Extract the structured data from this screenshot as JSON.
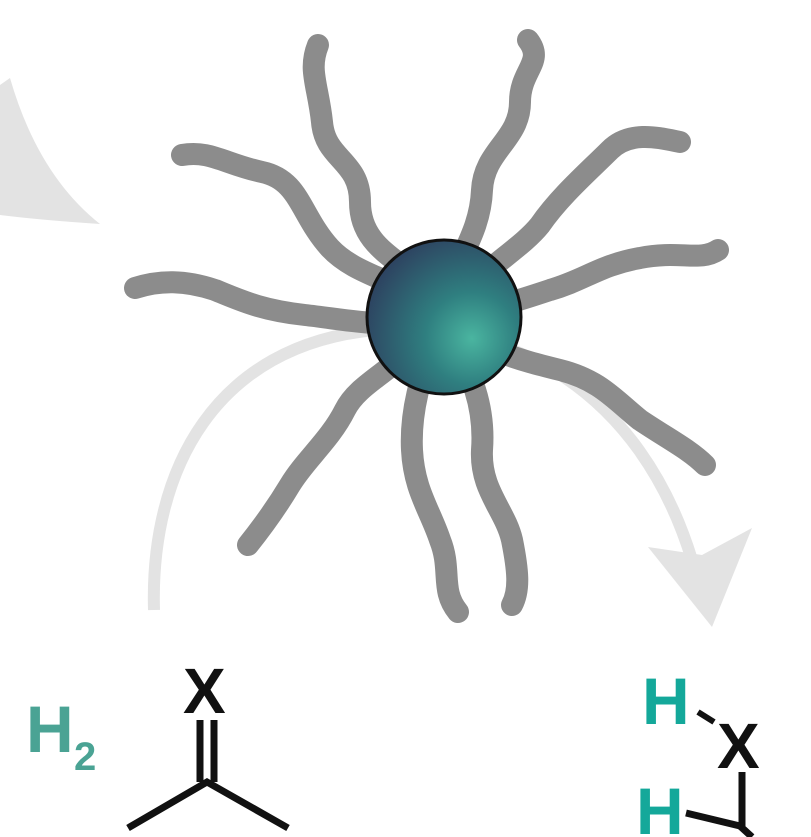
{
  "colors": {
    "background": "#ffffff",
    "ligand": "#8c8c8c",
    "arrow": "#e3e3e3",
    "particle_core": "#2e4a5c",
    "particle_highlight": "#46a897",
    "particle_edge": "#111111",
    "reagent_teal": "#4aa394",
    "product_teal": "#14a89a",
    "bond": "#111111"
  },
  "reagent": {
    "element": "H",
    "subscript": "2"
  },
  "substrate": {
    "heteroatom": "X"
  },
  "product": {
    "hydrogen_top": "H",
    "hydrogen_bottom": "H",
    "heteroatom": "X"
  },
  "icons": {
    "nanoparticle": "sphere-nanoparticle-icon",
    "ligand": "wavy-ligand-chain",
    "arrow": "curved-reaction-arrow"
  }
}
